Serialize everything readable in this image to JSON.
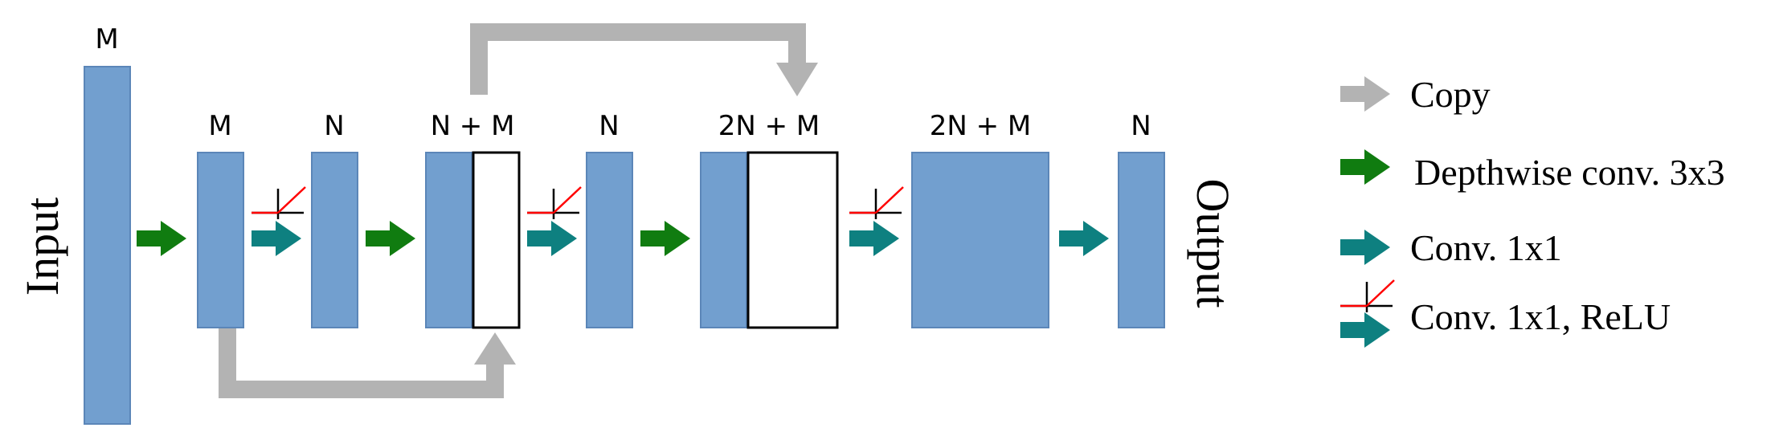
{
  "colors": {
    "block": "#729fcf",
    "block_stroke": "#5b86b8",
    "copy": "#b3b3b3",
    "depthwise": "#107c10",
    "conv1x1": "#0e8080",
    "relu": "#ff0000"
  },
  "side": {
    "input": "Input",
    "output": "Output"
  },
  "blocks": {
    "b0": "M",
    "b1": "M",
    "b2": "N",
    "b3": "N + M",
    "b4": "N",
    "b5": "2N + M",
    "b6": "2N + M",
    "b7": "N"
  },
  "legend": {
    "copy": {
      "icon": "gray-arrow-icon",
      "label": "Copy"
    },
    "depthwise": {
      "icon": "green-arrow-icon",
      "label": "Depthwise conv. 3x3"
    },
    "conv": {
      "icon": "teal-arrow-icon",
      "label": "Conv. 1x1"
    },
    "relu": {
      "icon": "relu-teal-arrow-icon",
      "label": "Conv. 1x1, ReLU"
    }
  }
}
